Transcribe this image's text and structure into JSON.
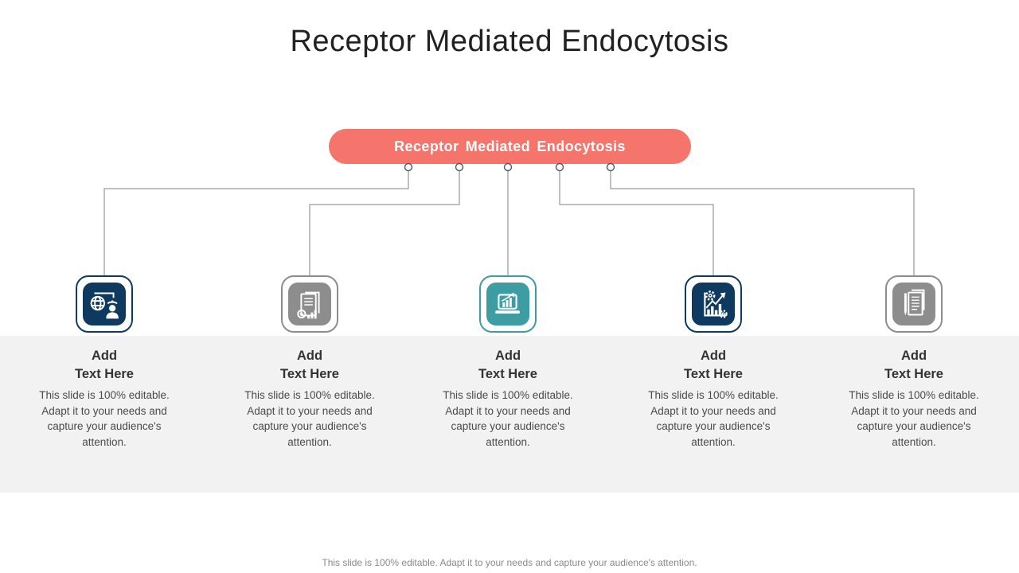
{
  "slide": {
    "title": "Receptor Mediated Endocytosis",
    "banner": {
      "label": "Receptor Mediated Endocytosis",
      "color": "#F5756C",
      "text_color": "#FFFFFF"
    },
    "connectors": {
      "line_color": "#808080",
      "node_fill": "#FFFFFF",
      "node_stroke": "#4A5B68"
    },
    "band_color": "#F2F2F2",
    "columns": [
      {
        "icon": "globe-user-communication-icon",
        "accent_color": "#0F3A5F",
        "heading_line1": "Add",
        "heading_line2": "Text Here",
        "body": "This slide is 100% editable. Adapt it to your needs and capture your audience's attention."
      },
      {
        "icon": "business-report-analysis-icon",
        "accent_color": "#8D8D8D",
        "heading_line1": "Add",
        "heading_line2": "Text Here",
        "body": "This slide is 100% editable. Adapt it to your needs and capture your audience's attention."
      },
      {
        "icon": "laptop-growth-chart-icon",
        "accent_color": "#3E9DA3",
        "heading_line1": "Add",
        "heading_line2": "Text Here",
        "body": "This slide is 100% editable. Adapt it to your needs and capture your audience's attention."
      },
      {
        "icon": "growth-chart-gears-icon",
        "accent_color": "#0F3A5F",
        "heading_line1": "Add",
        "heading_line2": "Text Here",
        "body": "This slide is 100% editable. Adapt it to your needs and capture your audience's attention."
      },
      {
        "icon": "document-pen-icon",
        "accent_color": "#8D8D8D",
        "heading_line1": "Add",
        "heading_line2": "Text Here",
        "body": "This slide is 100% editable. Adapt it to your needs and capture your audience's attention."
      }
    ],
    "footer": "This slide is 100% editable. Adapt it to your needs and capture your audience's attention."
  }
}
